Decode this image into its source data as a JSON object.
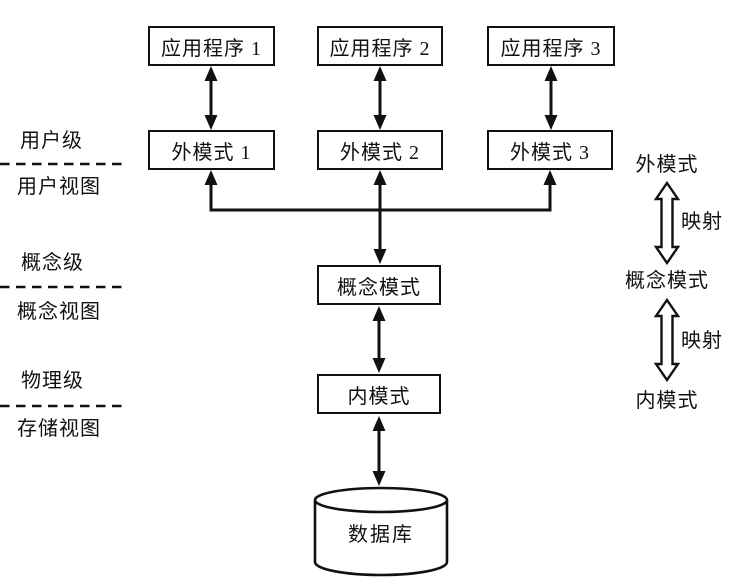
{
  "diagram": {
    "title_hint": "database three-schema architecture",
    "applications": [
      {
        "label": "应用程序 1"
      },
      {
        "label": "应用程序 2"
      },
      {
        "label": "应用程序 3"
      }
    ],
    "external_schemas": [
      {
        "label": "外模式 1"
      },
      {
        "label": "外模式 2"
      },
      {
        "label": "外模式 3"
      }
    ],
    "conceptual_schema": {
      "label": "概念模式"
    },
    "internal_schema": {
      "label": "内模式"
    },
    "database": {
      "label": "数据库"
    },
    "levels": [
      {
        "level": "用户级",
        "view": "用户视图"
      },
      {
        "level": "概念级",
        "view": "概念视图"
      },
      {
        "level": "物理级",
        "view": "存储视图"
      }
    ],
    "mapping_column": {
      "external_label": "外模式",
      "mapping_top_label": "映射",
      "conceptual_label": "概念模式",
      "mapping_bottom_label": "映射",
      "internal_label": "内模式"
    },
    "colors": {
      "line": "#111111",
      "background": "#ffffff",
      "box_fill": "#ffffff"
    }
  }
}
